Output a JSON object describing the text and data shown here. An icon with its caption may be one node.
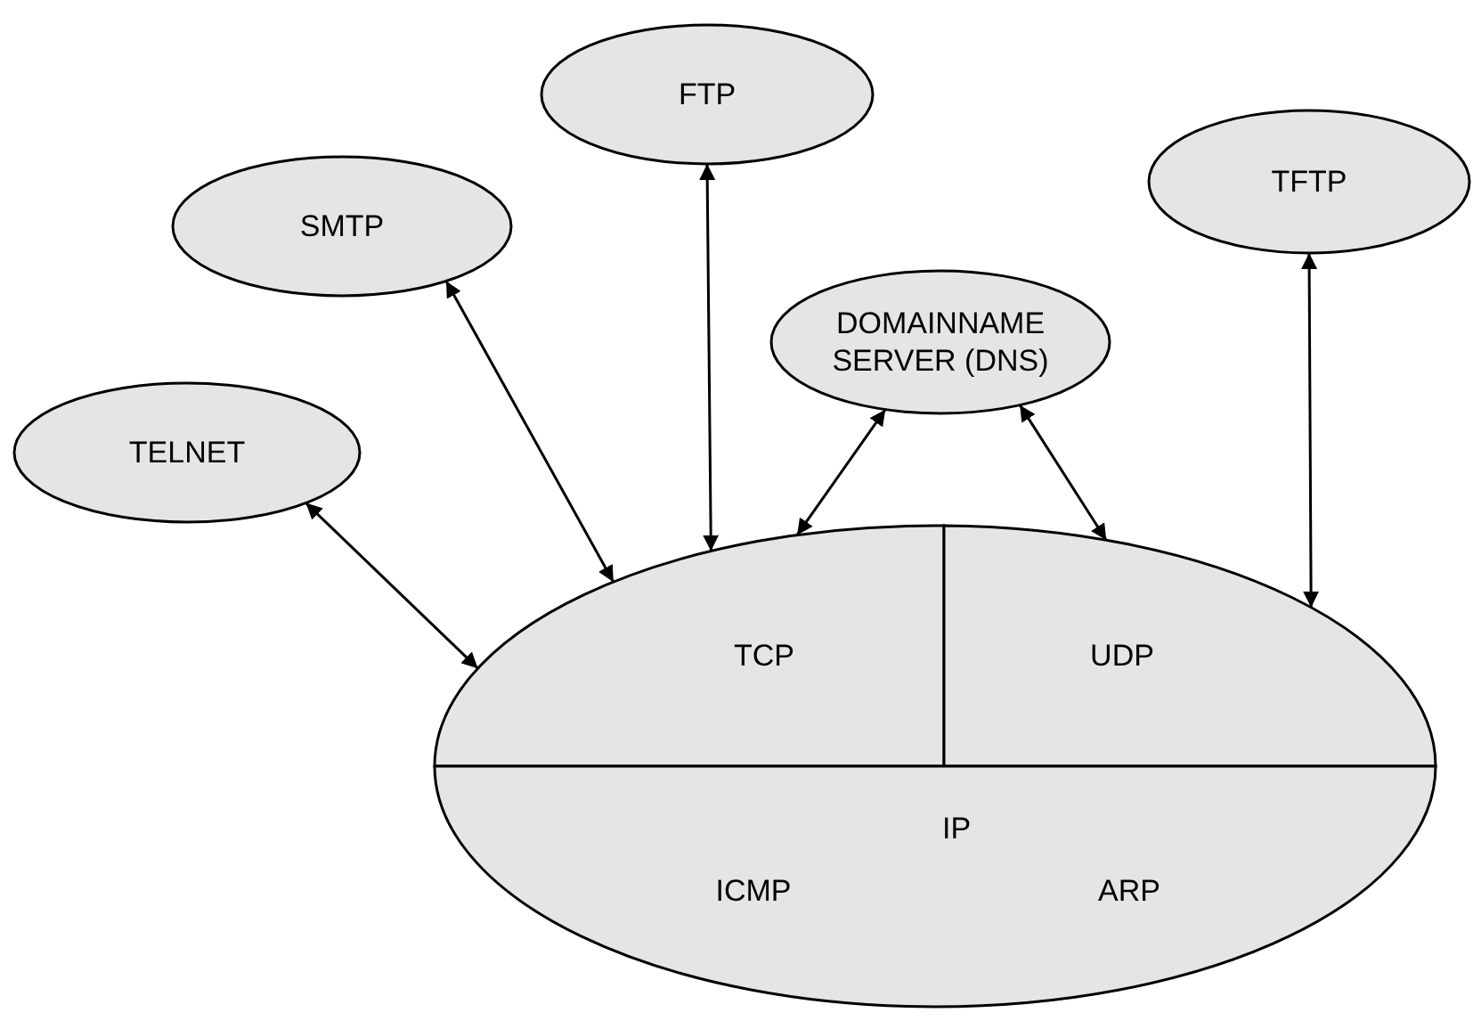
{
  "diagram": {
    "nodes": [
      {
        "text": [
          "TELNET"
        ]
      },
      {
        "text": [
          "SMTP"
        ]
      },
      {
        "text": [
          "FTP"
        ]
      },
      {
        "text": [
          "DOMAINNAME SERVER (DNS)"
        ]
      },
      {
        "text": [
          "TFTP"
        ]
      },
      {
        "text": [
          "TCP"
        ]
      },
      {
        "text": [
          "UDP"
        ]
      },
      {
        "text": [
          "IP",
          "ICMP",
          "ARP"
        ]
      }
    ],
    "edges": [
      {
        "from": 0,
        "to": 5,
        "arrow": "both"
      },
      {
        "from": 1,
        "to": 5,
        "arrow": "both"
      },
      {
        "from": 2,
        "to": 5,
        "arrow": "both"
      },
      {
        "from": 3,
        "to": 5,
        "arrow": "both"
      },
      {
        "from": 3,
        "to": 6,
        "arrow": "both"
      },
      {
        "from": 4,
        "to": 6,
        "arrow": "both"
      }
    ]
  }
}
